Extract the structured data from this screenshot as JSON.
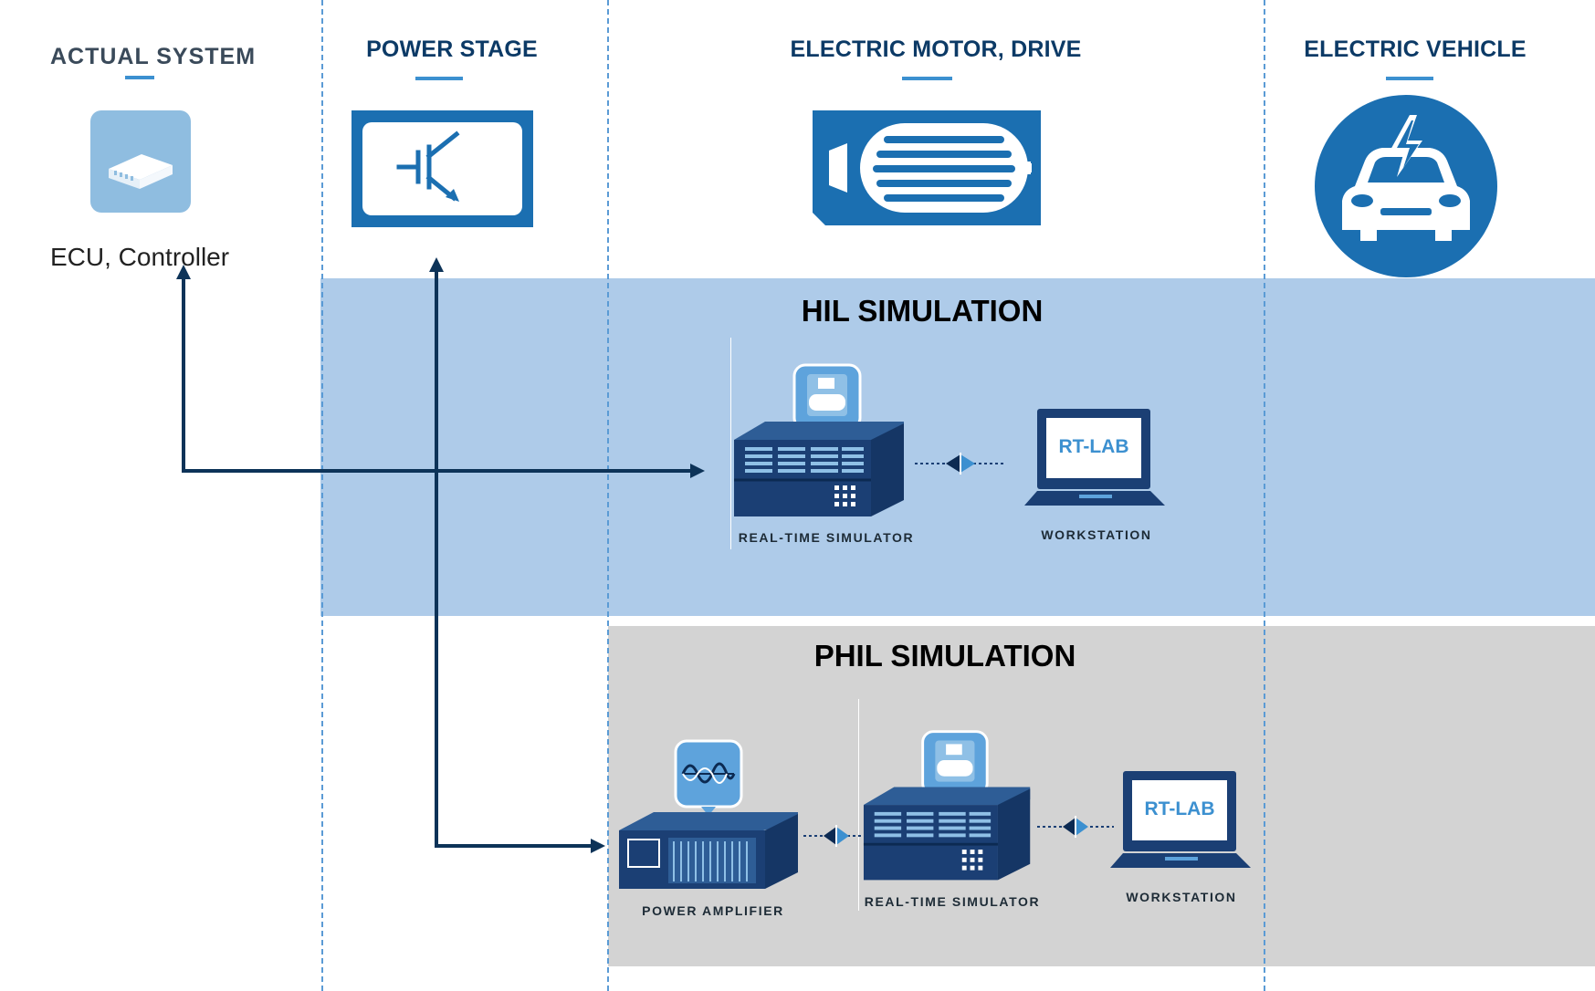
{
  "columns": {
    "actual_system": "ACTUAL SYSTEM",
    "power_stage": "POWER STAGE",
    "motor": "ELECTRIC MOTOR, DRIVE",
    "vehicle": "ELECTRIC VEHICLE"
  },
  "ecu_label": "ECU, Controller",
  "hil": {
    "title": "HIL SIMULATION",
    "simulator_label": "REAL-TIME SIMULATOR",
    "workstation_label": "WORKSTATION",
    "screen_text": "RT-LAB"
  },
  "phil": {
    "title": "PHIL SIMULATION",
    "amplifier_label": "POWER AMPLIFIER",
    "simulator_label": "REAL-TIME SIMULATOR",
    "workstation_label": "WORKSTATION",
    "screen_text": "RT-LAB"
  },
  "icons": {
    "ecu": "ecu-box-icon",
    "igbt": "igbt-transistor-icon",
    "motor": "electric-motor-icon",
    "vehicle": "electric-car-icon",
    "simulator": "real-time-simulator-icon",
    "workstation": "laptop-workstation-icon",
    "amplifier": "power-amplifier-icon"
  },
  "colors": {
    "navy": "#0c3a66",
    "brand_blue": "#1b6fb1",
    "accent": "#3c90d0",
    "hil_band": "#aecbe9",
    "phil_band": "#d3d3d3",
    "arrow": "#0d3358"
  }
}
